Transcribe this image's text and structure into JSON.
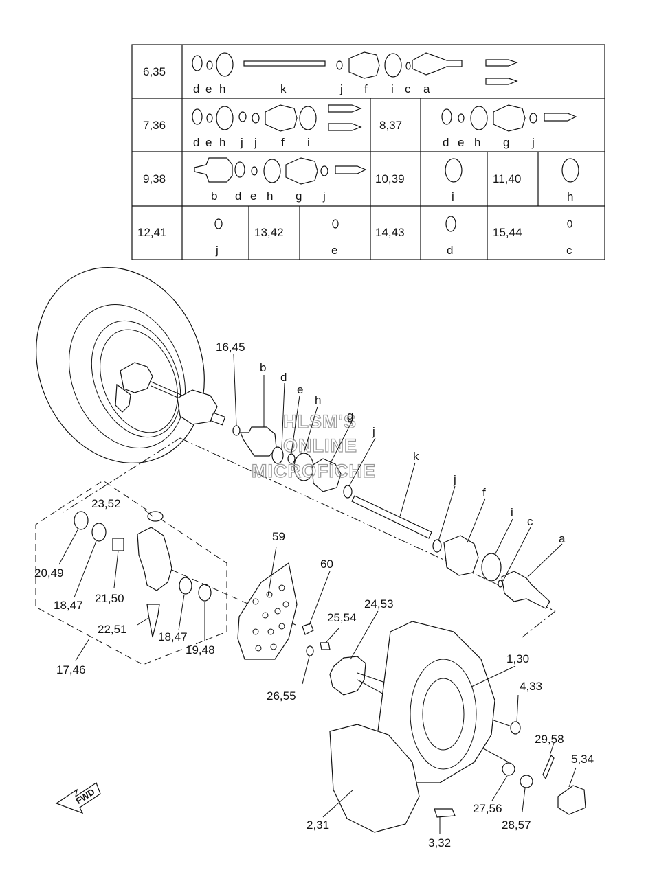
{
  "table": {
    "rows": [
      {
        "num": "6,35",
        "letters": [
          "d",
          "e",
          "h",
          "k",
          "j",
          "f",
          "i",
          "c",
          "a"
        ]
      },
      {
        "num": "7,36",
        "letters": [
          "d",
          "e",
          "h",
          "j",
          "j",
          "f",
          "i"
        ]
      },
      {
        "num": "8,37",
        "letters": [
          "d",
          "e",
          "h",
          "g",
          "j"
        ]
      },
      {
        "num": "9,38",
        "letters": [
          "b",
          "d",
          "e",
          "h",
          "g",
          "j"
        ]
      },
      {
        "num": "10,39",
        "letters": [
          "i"
        ]
      },
      {
        "num": "11,40",
        "letters": [
          "h"
        ]
      },
      {
        "num": "12,41",
        "letters": [
          "j"
        ]
      },
      {
        "num": "13,42",
        "letters": [
          "e"
        ]
      },
      {
        "num": "14,43",
        "letters": [
          "d"
        ]
      },
      {
        "num": "15,44",
        "letters": [
          "c"
        ]
      }
    ]
  },
  "watermark": {
    "line1": "HLSM'S",
    "line2": "ONLINE",
    "line3": "MICROFICHE"
  },
  "fwd_label": "FWD",
  "callouts": {
    "c16_45": "16,45",
    "b": "b",
    "d": "d",
    "e": "e",
    "h": "h",
    "g": "g",
    "j1": "j",
    "k": "k",
    "j2": "j",
    "f": "f",
    "i": "i",
    "c": "c",
    "a": "a",
    "c23_52": "23,52",
    "c59": "59",
    "c60": "60",
    "c20_49": "20,49",
    "c18_47a": "18,47",
    "c21_50": "21,50",
    "c22_51": "22,51",
    "c18_47b": "18,47",
    "c19_48": "19,48",
    "c17_46": "17,46",
    "c25_54": "25,54",
    "c24_53": "24,53",
    "c26_55": "26,55",
    "c1_30": "1,30",
    "c4_33": "4,33",
    "c29_58": "29,58",
    "c5_34": "5,34",
    "c27_56": "27,56",
    "c28_57": "28,57",
    "c2_31": "2,31",
    "c3_32": "3,32"
  }
}
